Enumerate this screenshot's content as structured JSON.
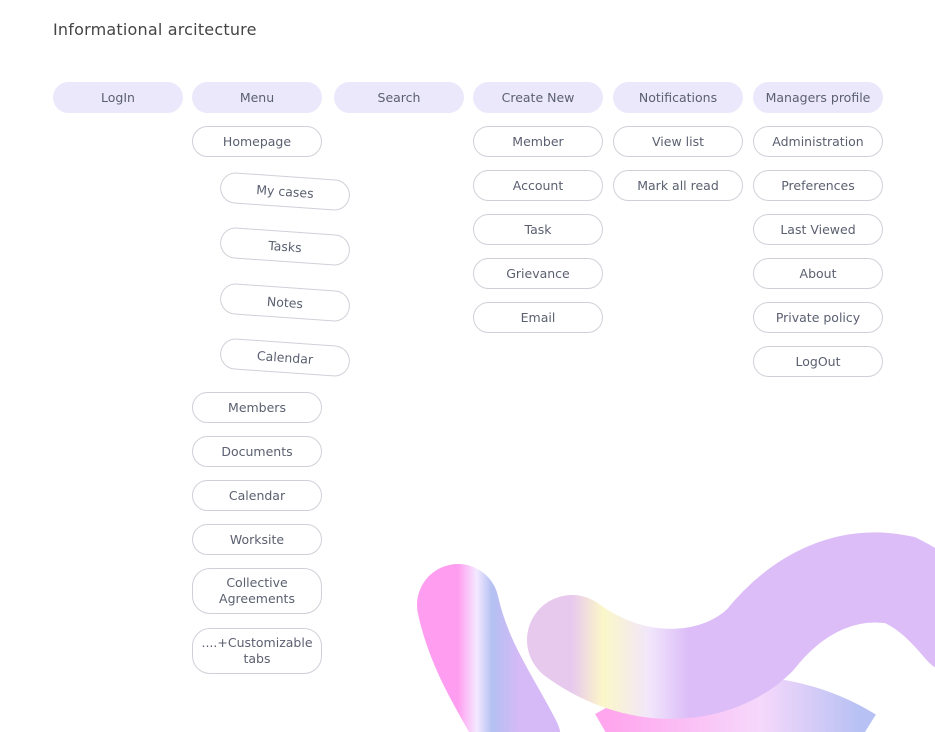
{
  "title": "Informational arcitecture",
  "columns": [
    {
      "label": "LogIn",
      "items": []
    },
    {
      "label": "Menu",
      "items": [
        "Homepage"
      ],
      "subitems": [
        "My cases",
        "Tasks",
        "Notes",
        "Calendar"
      ],
      "more_items": [
        "Members",
        "Documents",
        "Calendar",
        "Worksite",
        "Collective Agreements",
        "....+Customizable tabs"
      ]
    },
    {
      "label": "Search",
      "items": []
    },
    {
      "label": "Create New",
      "items": [
        "Member",
        "Account",
        "Task",
        "Grievance",
        "Email"
      ]
    },
    {
      "label": "Notifications",
      "items": [
        "View list",
        "Mark all read"
      ]
    },
    {
      "label": "Managers profile",
      "items": [
        "Administration",
        "Preferences",
        "Last Viewed",
        "About",
        "Private policy",
        "LogOut"
      ]
    }
  ],
  "colors": {
    "header_pill": "#ebe8fb",
    "border": "#cfd1d8"
  }
}
